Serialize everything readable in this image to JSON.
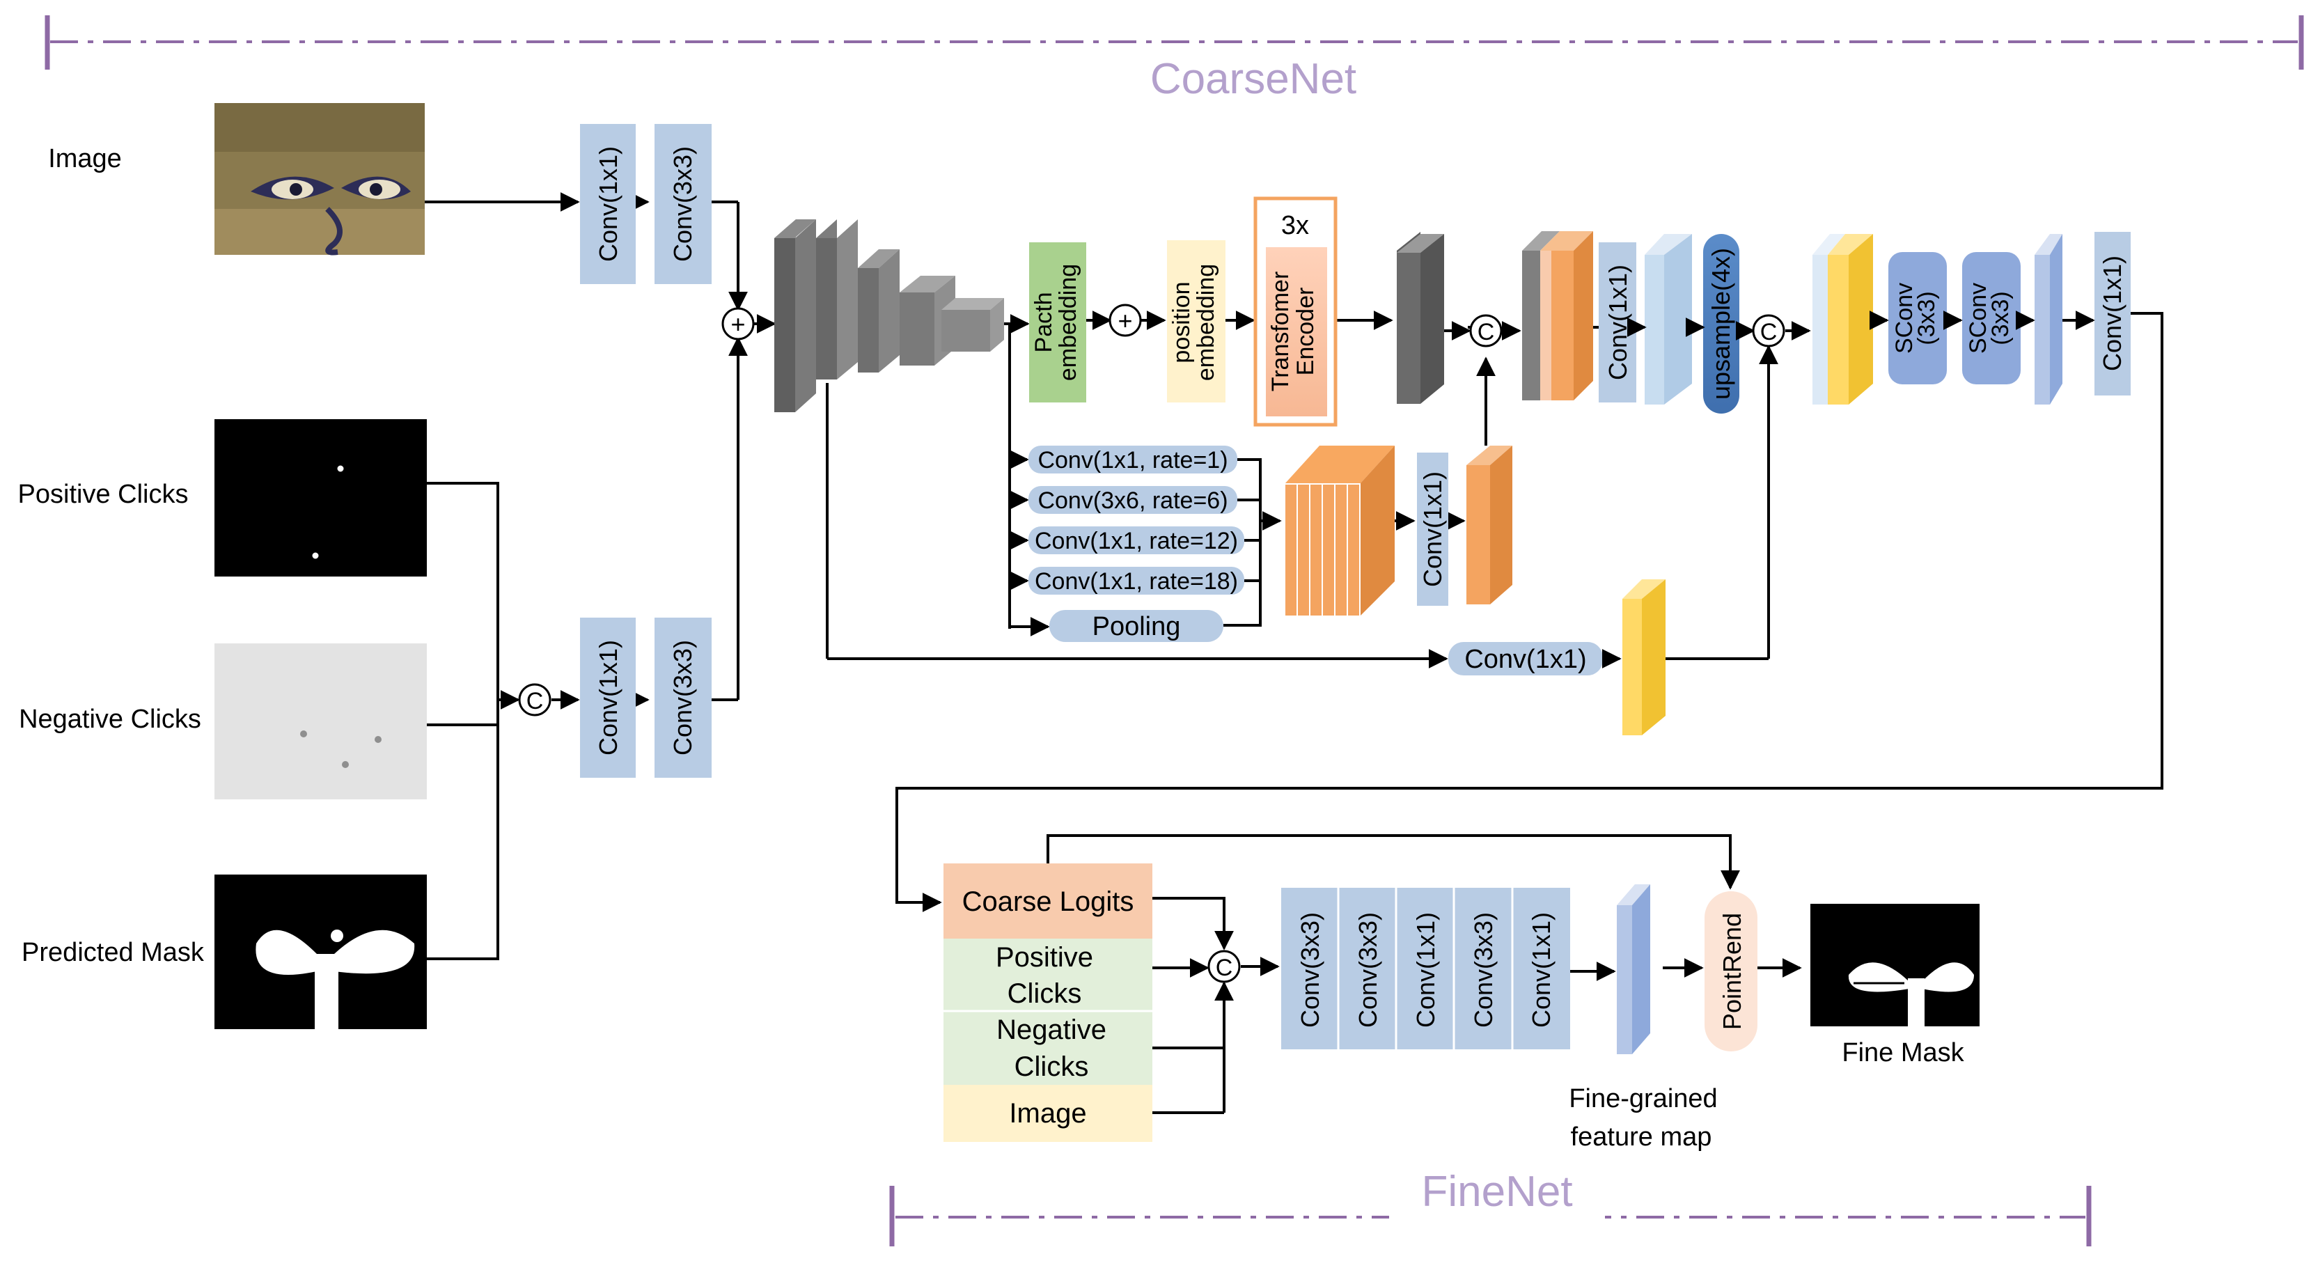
{
  "sections": {
    "coarse_title": "CoarseNet",
    "fine_title": "FineNet"
  },
  "inputs": {
    "image_label": "Image",
    "positive_clicks_label": "Positive Clicks",
    "negative_clicks_label": "Negative Clicks",
    "predicted_mask_label": "Predicted Mask"
  },
  "ops": {
    "conv1x1": "Conv(1x1)",
    "conv3x3": "Conv(3x3)",
    "plus": "+",
    "concat": "C"
  },
  "transformer": {
    "patch_line1": "Pacth",
    "patch_line2": "embedding",
    "position_line1": "position",
    "position_line2": "embedding",
    "repeat": "3x",
    "encoder_line1": "Transfomer",
    "encoder_line2": "Encoder"
  },
  "aspp": {
    "branch1": "Conv(1x1, rate=1)",
    "branch2": "Conv(3x6, rate=6)",
    "branch3": "Conv(1x1, rate=12)",
    "branch4": "Conv(1x1, rate=18)",
    "pooling": "Pooling"
  },
  "decoder": {
    "upsample": "upsample(4x)",
    "sconv_line1": "SConv",
    "sconv_line2": "(3x3)"
  },
  "fine": {
    "coarse_logits": "Coarse Logits",
    "pos_line1": "Positive",
    "pos_line2": "Clicks",
    "neg_line1": "Negative",
    "neg_line2": "Clicks",
    "image": "Image",
    "pointrend": "PointRend",
    "feature_line1": "Fine-grained",
    "feature_line2": "feature map",
    "output_label": "Fine Mask"
  },
  "colors": {
    "section_title": "#b3a0cc",
    "section_line": "#8e6aa5",
    "conv_blue": "#b8cce4",
    "green": "#a9d18e",
    "cream": "#fff2cc",
    "orange": "#f4a460",
    "peach": "#f8cbad",
    "yellow": "#ffd966",
    "dark_gray": "#6b6b6b"
  }
}
